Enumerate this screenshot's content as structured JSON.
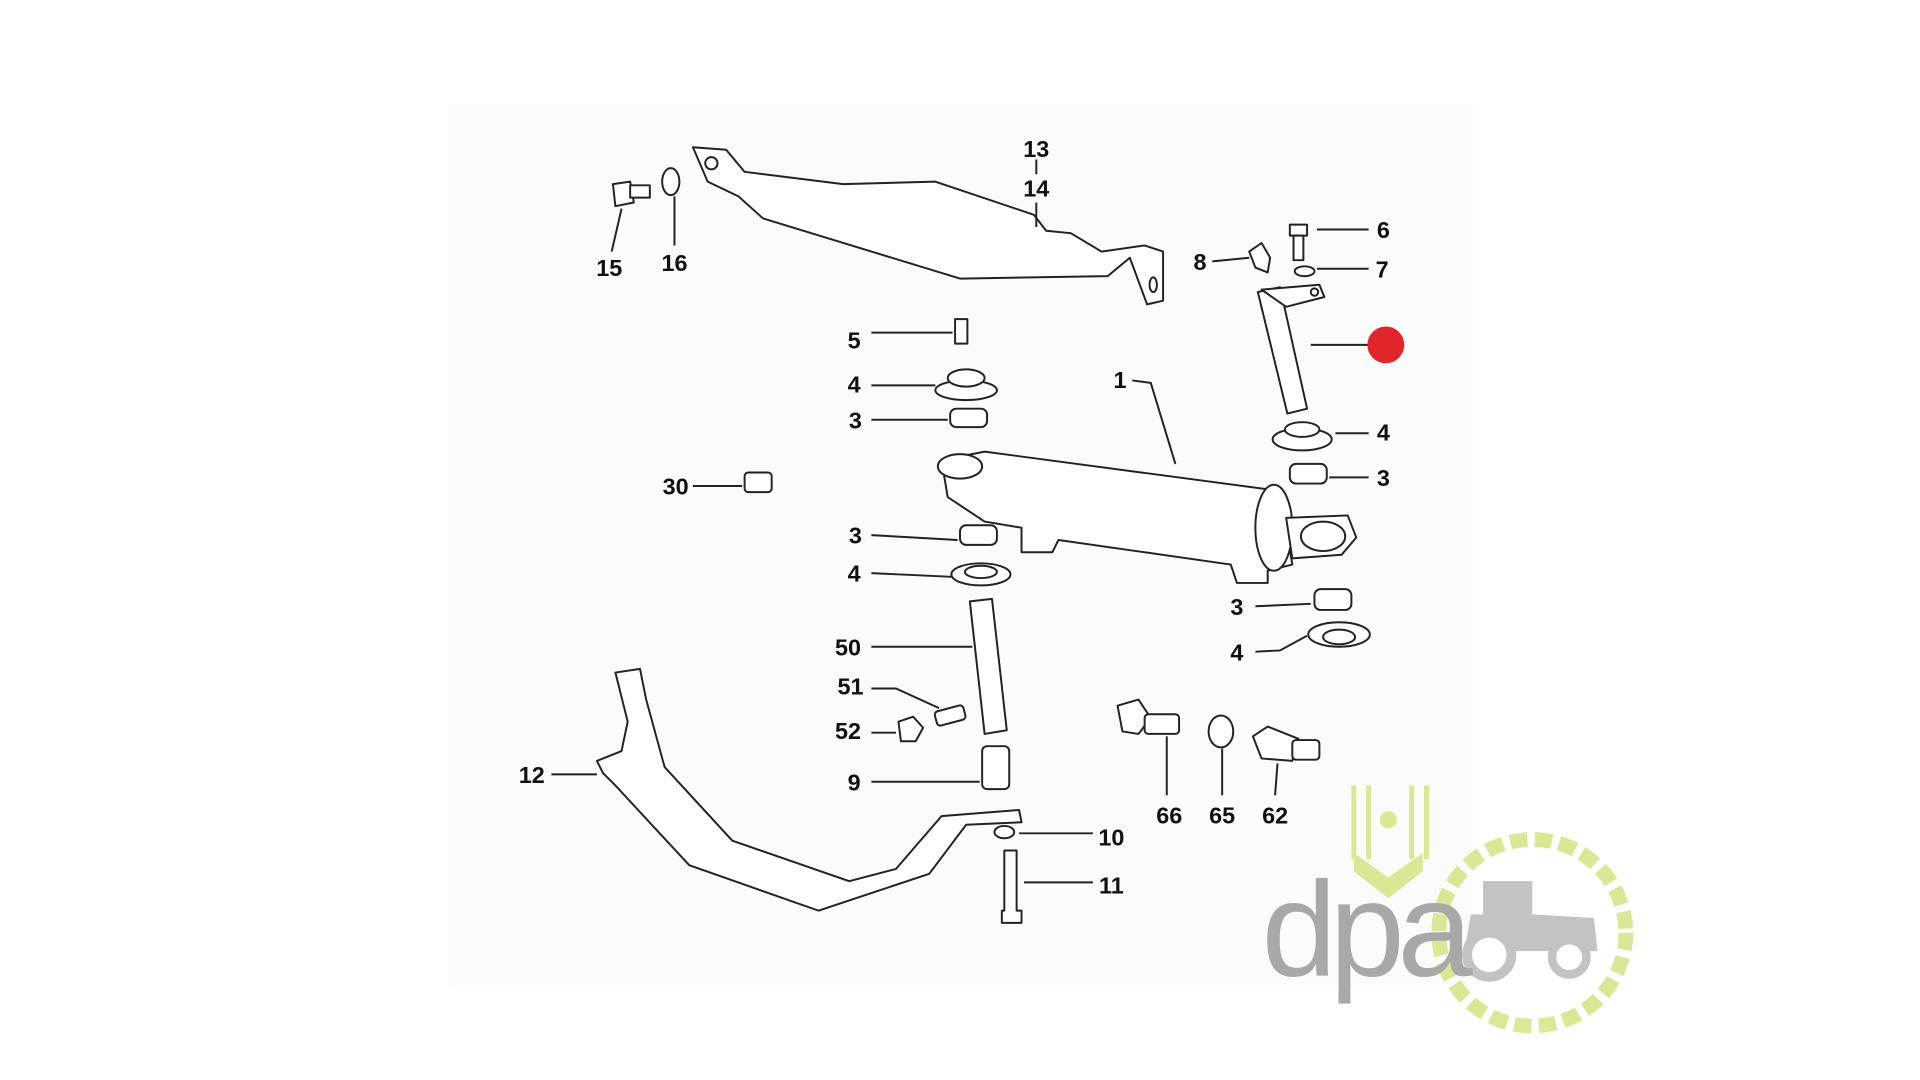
{
  "diagram": {
    "title": "Steering cylinder assembly exploded view",
    "highlight_color": "#e0262b",
    "labels": [
      "13",
      "14",
      "15",
      "16",
      "6",
      "7",
      "8",
      "5",
      "4",
      "3",
      "1",
      "4",
      "3",
      "30",
      "3",
      "4",
      "3",
      "4",
      "50",
      "51",
      "52",
      "12",
      "9",
      "66",
      "65",
      "62",
      "10",
      "11"
    ]
  },
  "logo": {
    "text": "dpa",
    "text_color": "#a0a0a0",
    "accent_color": "#d8e58a"
  }
}
